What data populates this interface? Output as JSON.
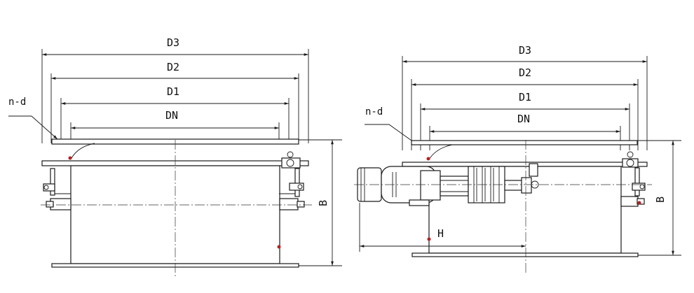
{
  "left_view": {
    "dims": {
      "d3": "D3",
      "d2": "D2",
      "d1": "D1",
      "dn": "DN"
    },
    "hole_label": "n-d",
    "height_label": "B"
  },
  "right_view": {
    "dims": {
      "d3": "D3",
      "d2": "D2",
      "d1": "D1",
      "dn": "DN"
    },
    "hole_label": "n-d",
    "height_label": "B",
    "actuator_label": "H"
  }
}
